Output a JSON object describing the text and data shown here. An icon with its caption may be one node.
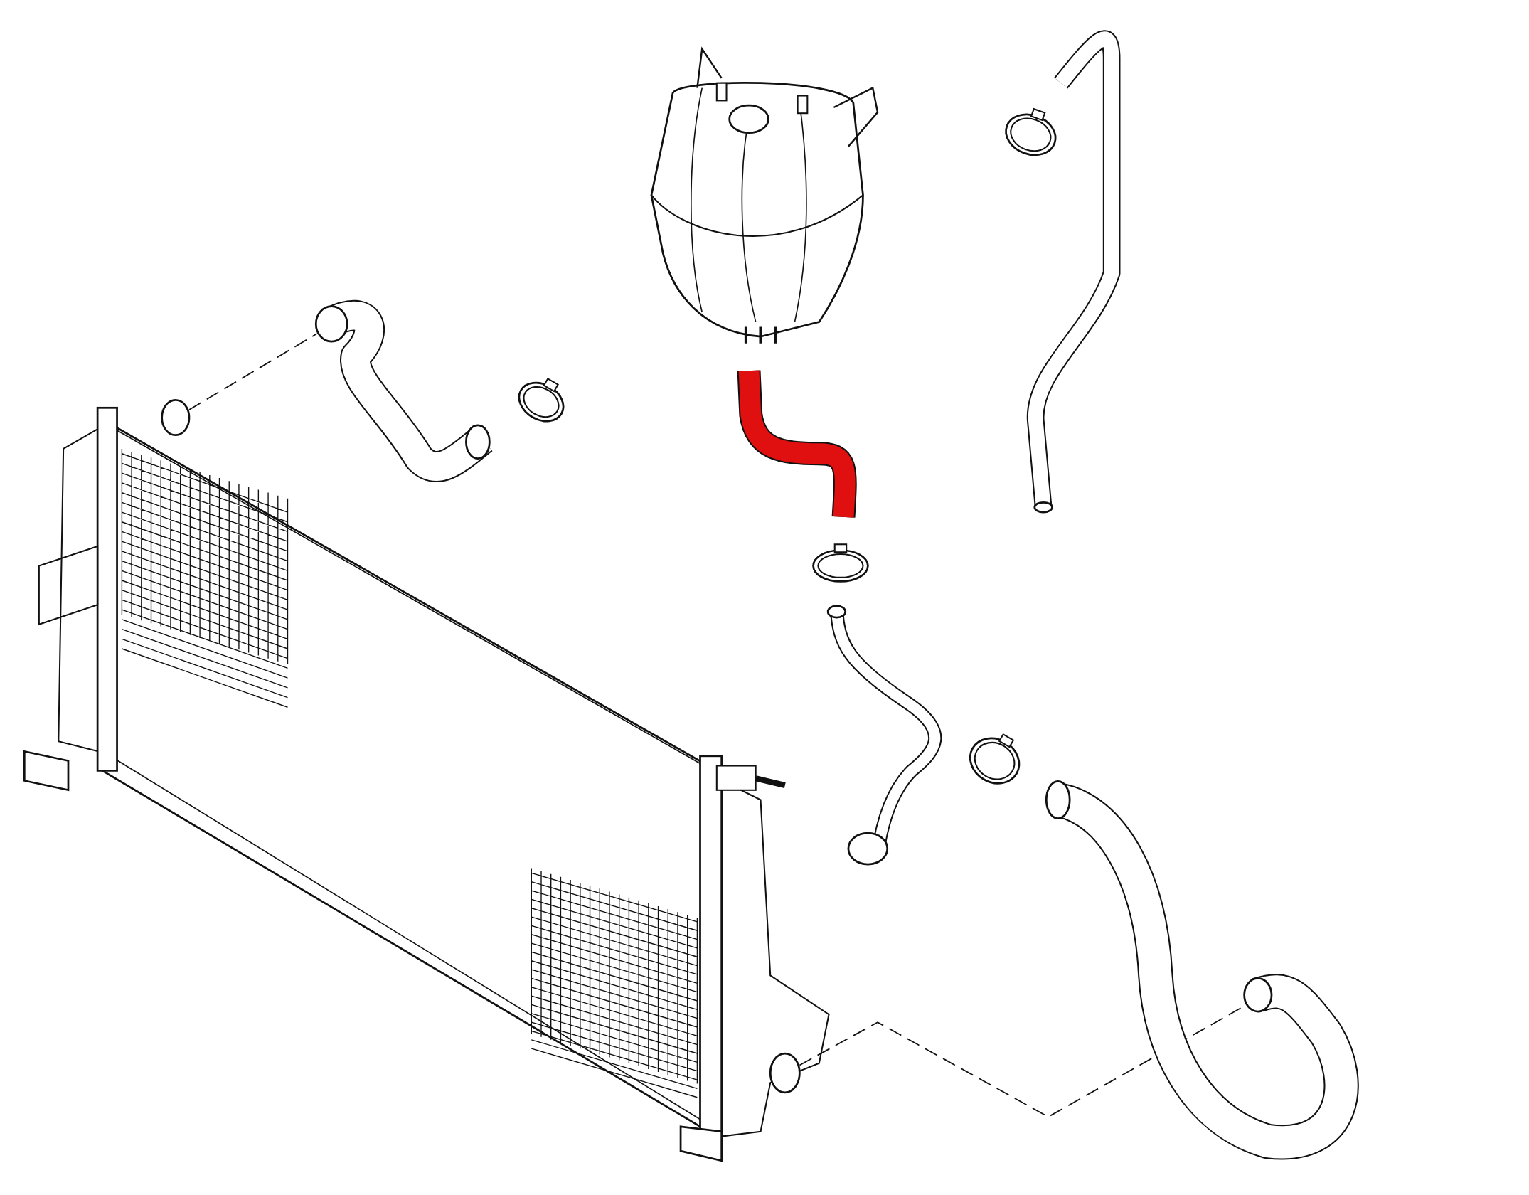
{
  "diagram": {
    "nodes": [
      {
        "text": [],
        "shape": "picture"
      },
      {
        "text": [],
        "shape": "picture"
      },
      {
        "text": [],
        "shape": "picture"
      }
    ],
    "edges": [
      {
        "from": 0,
        "to": 1,
        "arrow": "none",
        "style": "dashed"
      },
      {
        "from": 0,
        "to": 2,
        "arrow": "none",
        "style": "dashed"
      }
    ]
  }
}
